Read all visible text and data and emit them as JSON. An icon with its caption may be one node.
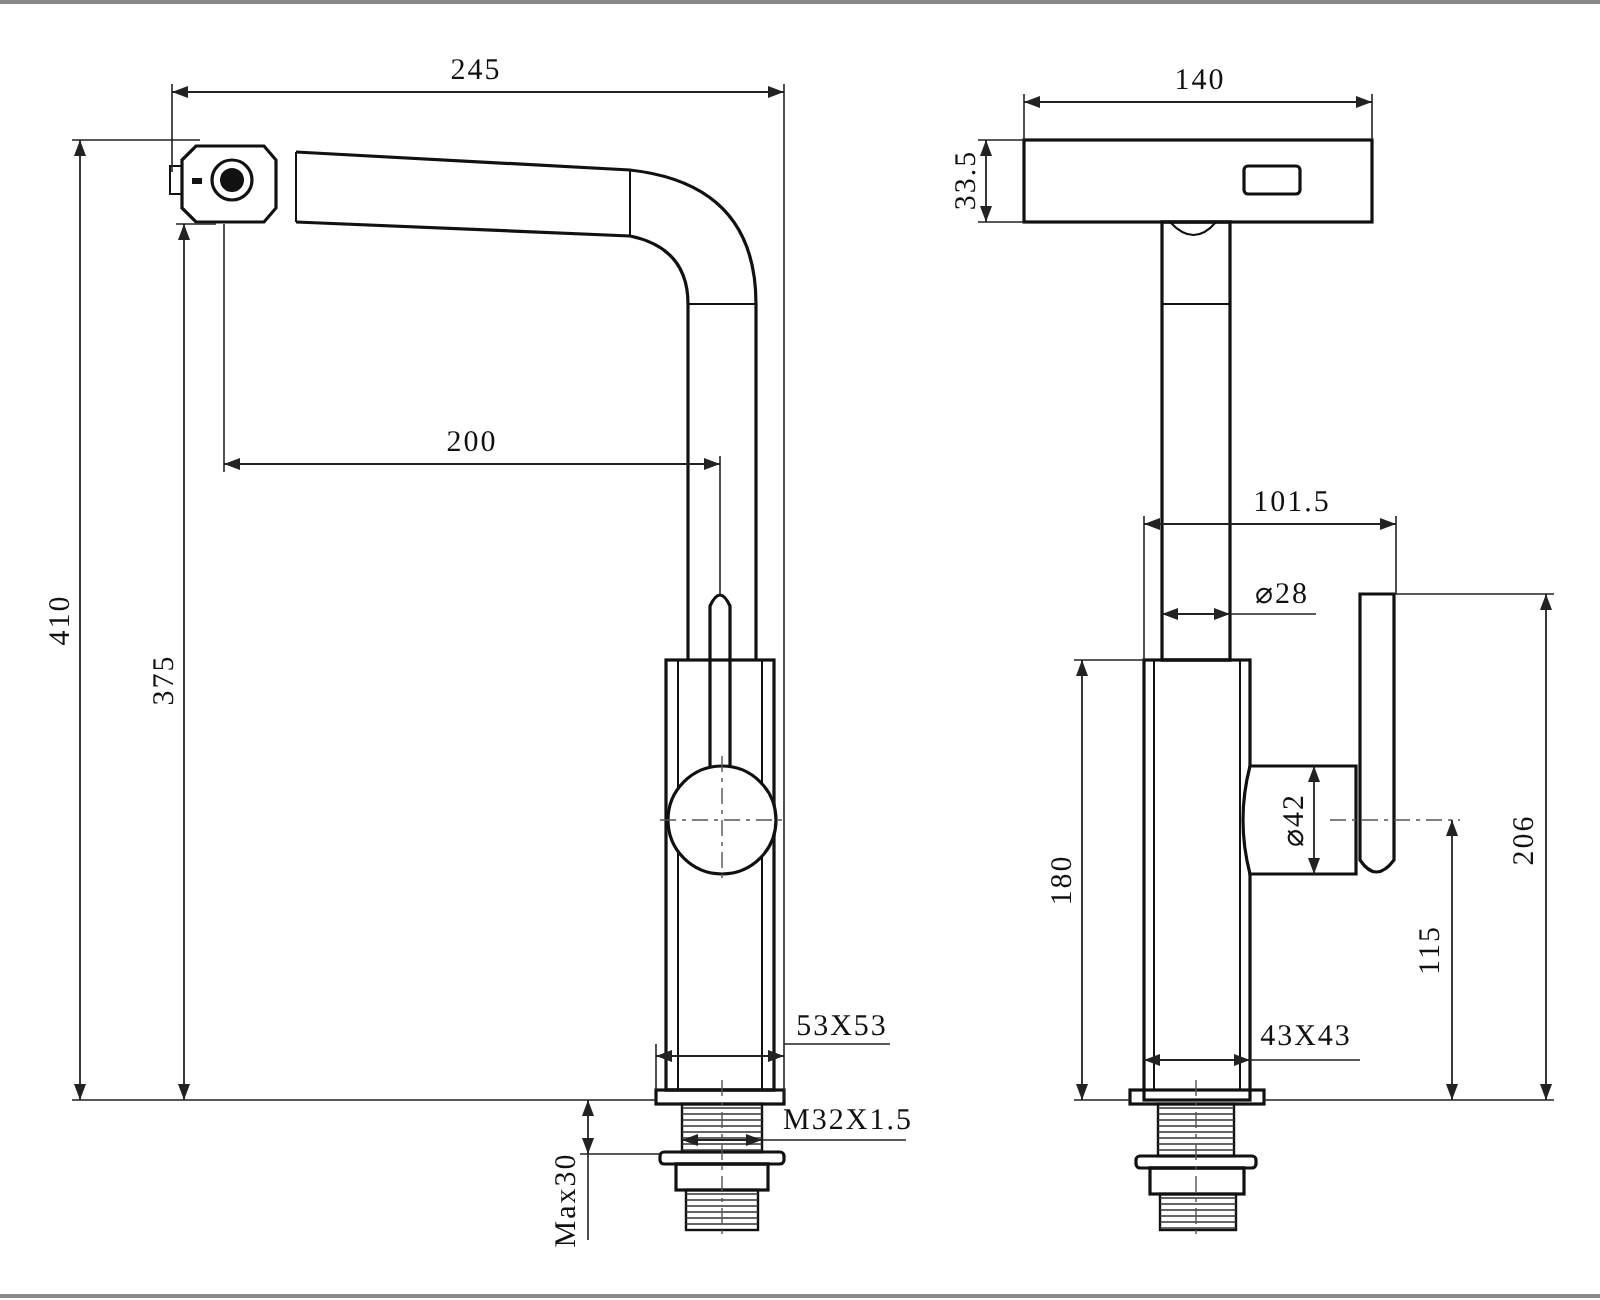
{
  "diagram": {
    "labels": [
      "245",
      "200",
      "410",
      "375",
      "53X53",
      "M32X1.5",
      "Max30",
      "140",
      "33.5",
      "101.5",
      "⌀28",
      "⌀42",
      "180",
      "206",
      "115",
      "43X43"
    ]
  }
}
